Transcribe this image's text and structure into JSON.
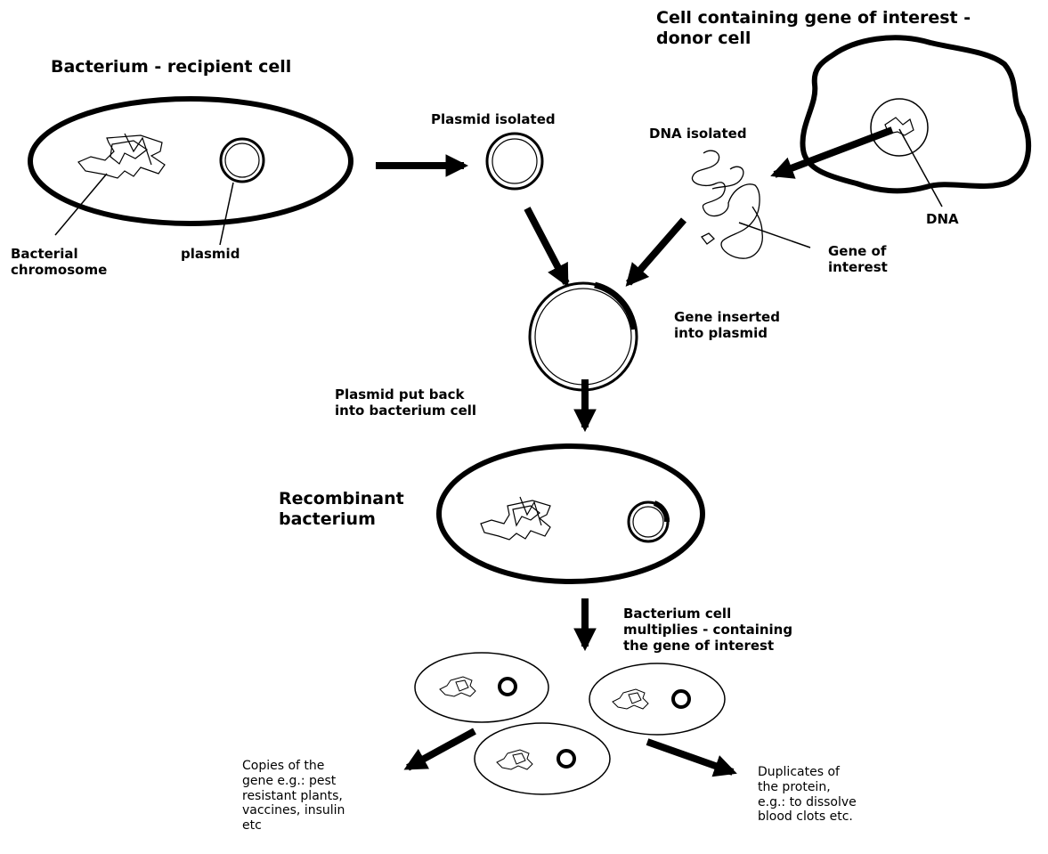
{
  "labels": {
    "recipient_title": "Bacterium - recipient cell",
    "donor_title": "Cell containing gene of interest -\ndonor cell",
    "bacterial_chromosome": "Bacterial\nchromosome",
    "plasmid": "plasmid",
    "plasmid_isolated": "Plasmid isolated",
    "dna_isolated": "DNA isolated",
    "dna": "DNA",
    "gene_of_interest": "Gene of\ninterest",
    "gene_inserted": "Gene inserted\ninto plasmid",
    "plasmid_put_back": "Plasmid put back\ninto bacterium cell",
    "recombinant": "Recombinant\nbacterium",
    "multiplies": "Bacterium cell\nmultiplies - containing\nthe gene of interest",
    "copies_gene": "Copies of the\ngene e.g.: pest\nresistant plants,\nvaccines, insulin\netc",
    "duplicates_protein": "Duplicates of\nthe protein,\ne.g.: to dissolve\nblood clots etc."
  },
  "colors": {
    "ink": "#000000",
    "background": "#ffffff"
  },
  "icons": [
    "arrow-icon",
    "plasmid-ring-icon",
    "chromosome-squiggle-icon"
  ]
}
